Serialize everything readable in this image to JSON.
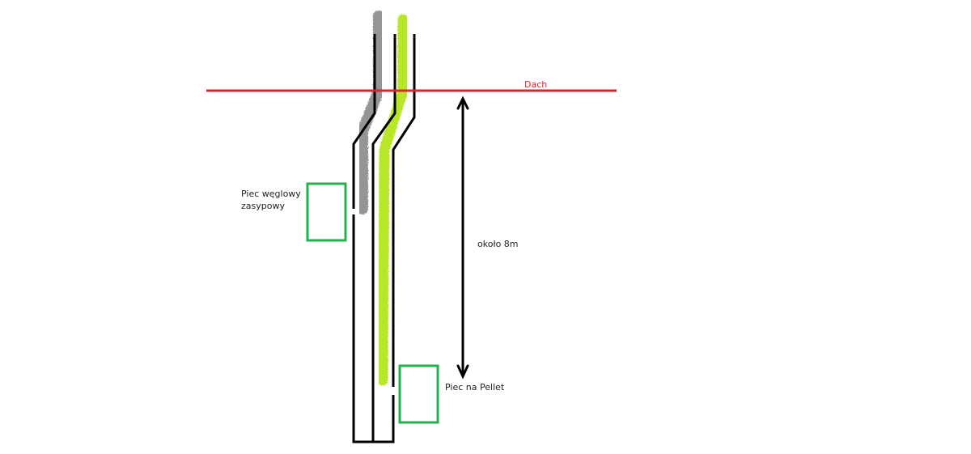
{
  "labels": {
    "roof": "Dach",
    "coal_stove_line1": "Piec węglowy",
    "coal_stove_line2": "zasypowy",
    "pellet_stove": "Piec na Pellet",
    "height": "około 8m"
  },
  "colors": {
    "roof_line": "#e0242b",
    "chimney_wall": "#000000",
    "coal_flue": "#8a8a8a",
    "pellet_flue": "#b5e61d",
    "stove_box": "#22b14c",
    "arrow": "#000000"
  }
}
